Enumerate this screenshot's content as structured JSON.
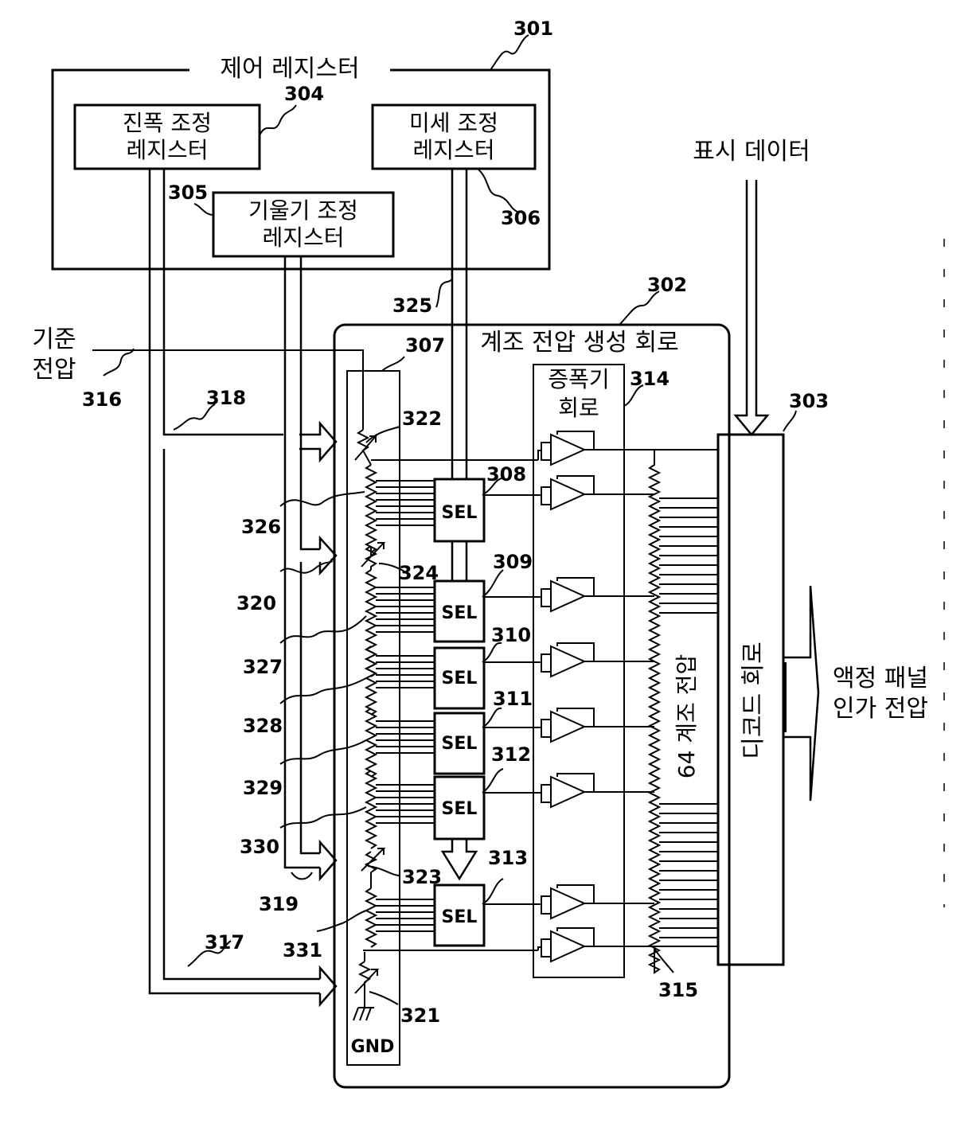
{
  "blocks": {
    "control_register": "제어 레지스터",
    "amplitude_register": [
      "진폭 조정",
      "레지스터"
    ],
    "slope_register": [
      "기울기 조정",
      "레지스터"
    ],
    "fine_register": [
      "미세 조정",
      "레지스터"
    ],
    "grayscale_circuit": "계조 전압 생성 회로",
    "amplifier_circuit": [
      "증폭기",
      "회로"
    ],
    "decode_circuit": "디코드 회로",
    "voltages_64": "64 계조 전압",
    "gnd": "GND",
    "selector": "SEL"
  },
  "io": {
    "reference_voltage": [
      "기준",
      "전압"
    ],
    "display_data": "표시 데이터",
    "panel_voltage": [
      "액정 패널",
      "인가 전압"
    ]
  },
  "refs": {
    "r301": "301",
    "r302": "302",
    "r303": "303",
    "r304": "304",
    "r305": "305",
    "r306": "306",
    "r307": "307",
    "r308": "308",
    "r309": "309",
    "r310": "310",
    "r311": "311",
    "r312": "312",
    "r313": "313",
    "r314": "314",
    "r315": "315",
    "r316": "316",
    "r317": "317",
    "r318": "318",
    "r319": "319",
    "r320": "320",
    "r321": "321",
    "r322": "322",
    "r323": "323",
    "r324": "324",
    "r325": "325",
    "r326": "326",
    "r327": "327",
    "r328": "328",
    "r329": "329",
    "r330": "330",
    "r331": "331"
  }
}
